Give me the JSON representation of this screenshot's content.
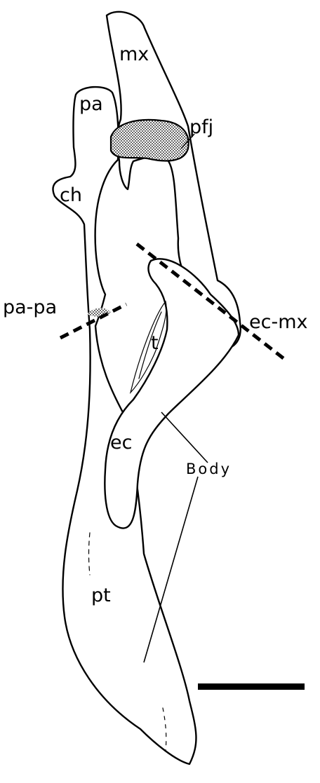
{
  "labels": {
    "mx": "mx",
    "pa": "pa",
    "pfj": "pfj",
    "ch": "ch",
    "pa_pa": "pa-pa",
    "ec_mx": "ec-mx",
    "t": "t",
    "ec": "ec",
    "body": "Body",
    "pt": "pt"
  },
  "colors": {
    "ink": "#000000",
    "paper": "#ffffff",
    "stipple": "#9a9a9a"
  }
}
